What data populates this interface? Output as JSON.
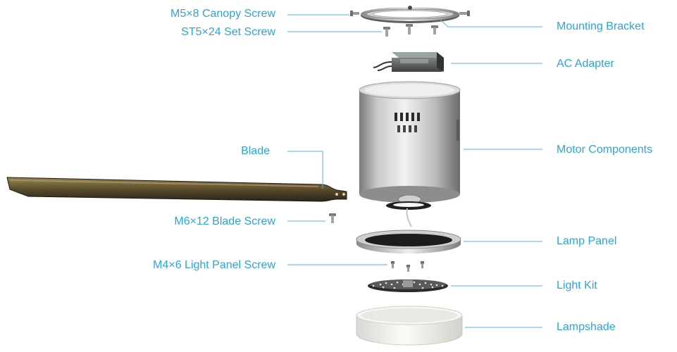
{
  "labels": {
    "canopy_screw": "M5×8 Canopy Screw",
    "set_screw": "ST5×24 Set Screw",
    "mounting_bracket": "Mounting Bracket",
    "ac_adapter": "AC Adapter",
    "motor_components": "Motor Components",
    "blade": "Blade",
    "blade_screw": "M6×12 Blade Screw",
    "lamp_panel": "Lamp Panel",
    "light_panel_screw": "M4×6 Light Panel Screw",
    "light_kit": "Light Kit",
    "lampshade": "Lampshade"
  },
  "colors": {
    "label_text": "#2aa5d8",
    "leader_line": "#4fb3df",
    "metal_light": "#e4e4e4",
    "metal_dark": "#6e6e6e",
    "blade_dark": "#2f2a1c",
    "blade_light": "#8c7a4a",
    "lampshade": "#f3f2ee"
  }
}
